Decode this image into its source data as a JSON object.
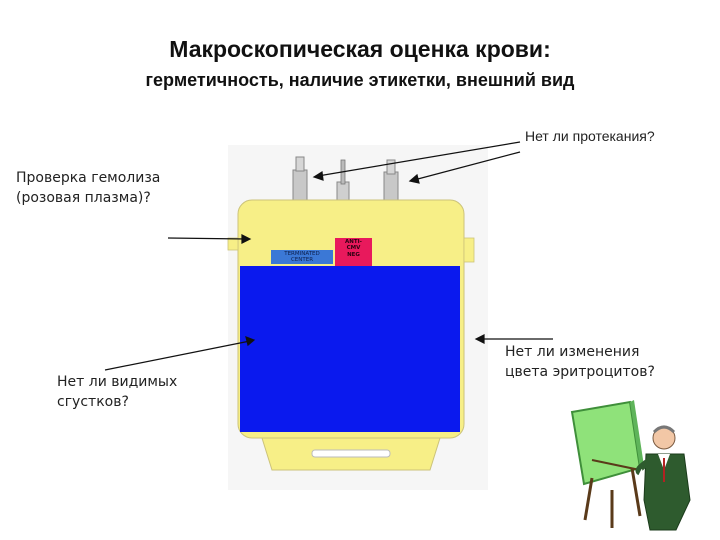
{
  "slide": {
    "title": "Макроскопическая оценка крови:",
    "subtitle": "герметичность, наличие этикетки, внешний вид"
  },
  "notes": {
    "leak": "Нет ли протекания?",
    "hemolysis": [
      "Проверка гемолиза",
      "(розовая плазма)?"
    ],
    "clots": [
      "Нет ли видимых",
      "сгустков?"
    ],
    "color_change": [
      "Нет ли изменения",
      "цвета эритроцитов?"
    ]
  },
  "bag": {
    "blue_label": [
      "TERMINATED",
      "CENTER"
    ],
    "red_label": [
      "ANTI-",
      "CMV",
      "NEG"
    ]
  },
  "colors": {
    "bag_yellow": "#f7ef87",
    "bag_blue": "#0a19ee",
    "red_label": "#e8195c",
    "board_green": "#8fe27a",
    "text": "#111111"
  }
}
